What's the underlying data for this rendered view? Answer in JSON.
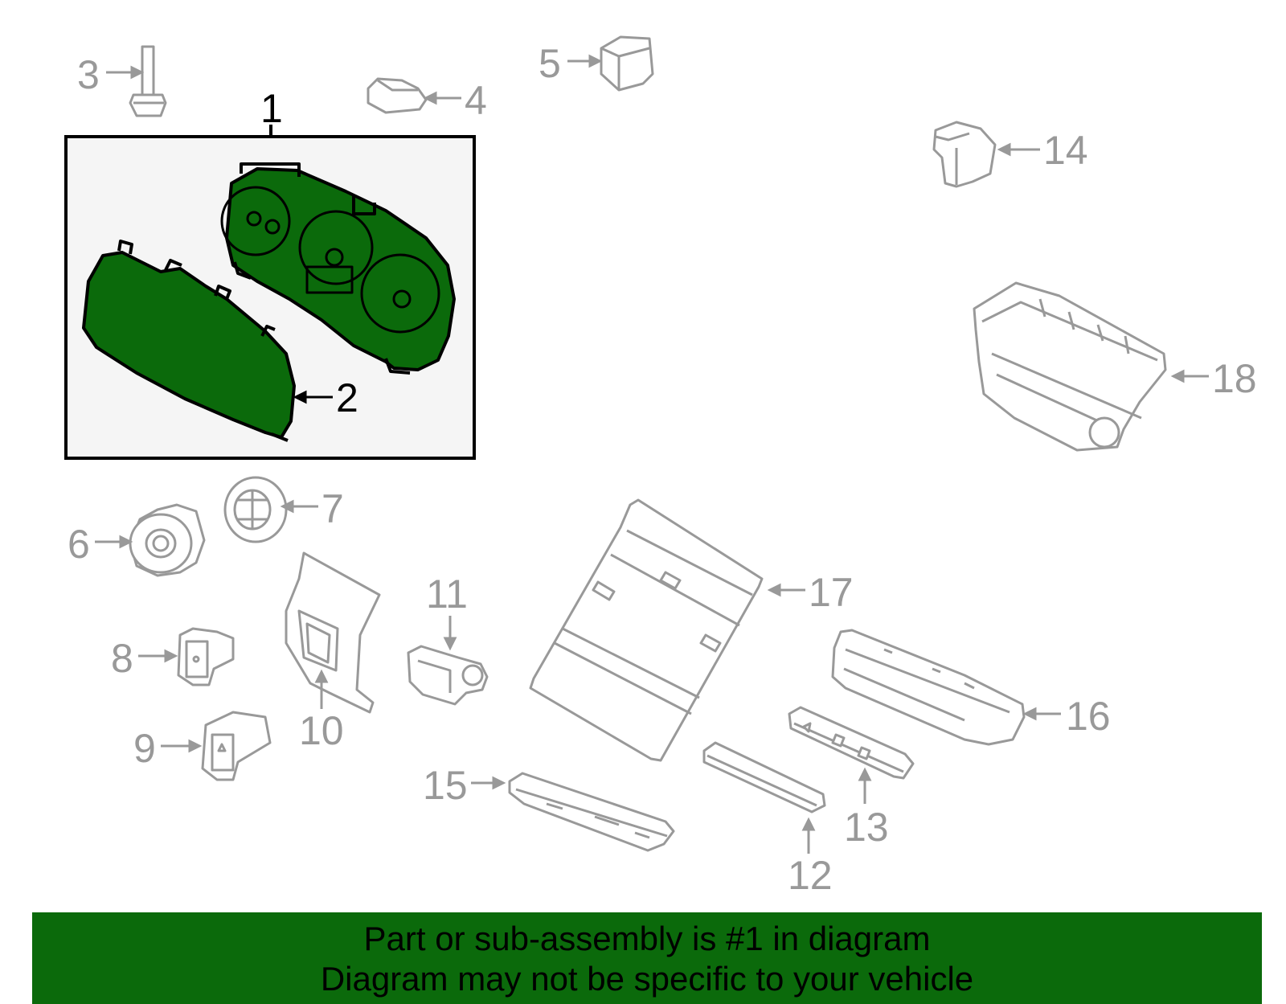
{
  "callouts": {
    "c1": "1",
    "c2": "2",
    "c3": "3",
    "c4": "4",
    "c5": "5",
    "c6": "6",
    "c7": "7",
    "c8": "8",
    "c9": "9",
    "c10": "10",
    "c11": "11",
    "c12": "12",
    "c13": "13",
    "c14": "14",
    "c15": "15",
    "c16": "16",
    "c17": "17",
    "c18": "18"
  },
  "footer": {
    "line1": "Part or sub-assembly is #1 in diagram",
    "line2": "Diagram may not be specific to your vehicle"
  },
  "colors": {
    "highlight_part": "#0b6a0b",
    "footer_bg": "#0b6a0b",
    "line_art": "#999999",
    "highlight_box": "#000000"
  },
  "highlighted_part": "1"
}
